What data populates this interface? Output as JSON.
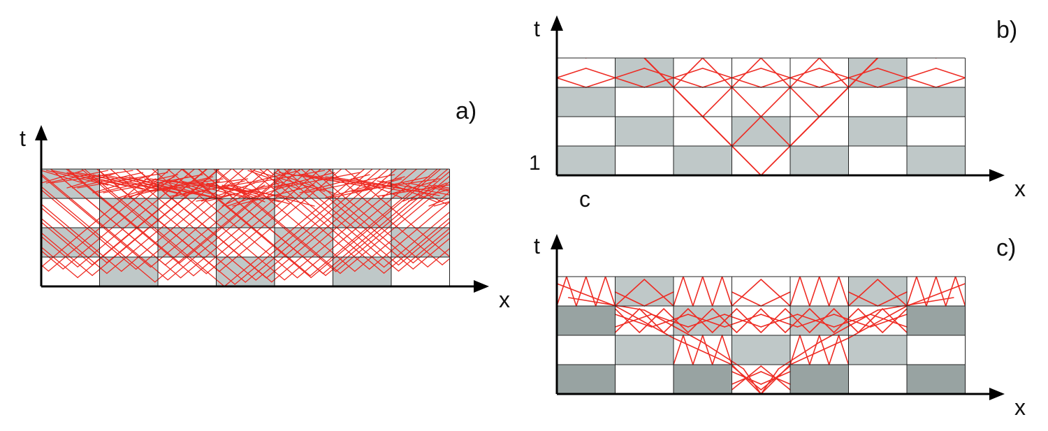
{
  "colors": {
    "light_cell": "#bfc8c8",
    "dark_cell": "#98a3a2",
    "empty_cell": "#ffffff",
    "grid_line": "#222222",
    "ray": "#ee2c24",
    "axis": "#000000"
  },
  "panels": {
    "a": {
      "tag": "a)",
      "axis_t": "t",
      "axis_x": "x",
      "cols": 7,
      "rows": 4,
      "shading": [
        [
          1,
          0,
          1,
          0,
          1,
          0,
          1
        ],
        [
          0,
          1,
          0,
          1,
          0,
          1,
          0
        ],
        [
          1,
          0,
          1,
          0,
          1,
          0,
          1
        ],
        [
          0,
          1,
          0,
          1,
          0,
          1,
          0
        ]
      ],
      "bundles": [
        {
          "apex": 3.5,
          "from_row": 0,
          "to_row": 4,
          "copies": 5,
          "spread": 0.18,
          "direct": true
        },
        {
          "apex": 2.5,
          "from_row": 1,
          "to_row": 4,
          "copies": 6,
          "spread": 0.22,
          "direct": true
        },
        {
          "apex": 4.5,
          "from_row": 1,
          "to_row": 4,
          "copies": 6,
          "spread": 0.22,
          "direct": true
        },
        {
          "apex": 1.5,
          "from_row": 2,
          "to_row": 4,
          "copies": 8,
          "spread": 0.25,
          "direct": true
        },
        {
          "apex": 5.5,
          "from_row": 2,
          "to_row": 4,
          "copies": 8,
          "spread": 0.25,
          "direct": true
        },
        {
          "apex": 0.5,
          "from_row": 3,
          "to_row": 4,
          "copies": 6,
          "spread": 0.25,
          "direct": true
        },
        {
          "apex": 6.5,
          "from_row": 3,
          "to_row": 4,
          "copies": 6,
          "spread": 0.25,
          "direct": true
        }
      ]
    },
    "b": {
      "tag": "b)",
      "axis_t": "t",
      "axis_x": "x",
      "cell_label": "c",
      "row_label": "1",
      "cols": 7,
      "rows": 4,
      "shading": [
        [
          0,
          1,
          0,
          0,
          0,
          1,
          0
        ],
        [
          1,
          0,
          0,
          0,
          0,
          0,
          1
        ],
        [
          0,
          1,
          0,
          1,
          0,
          1,
          0
        ],
        [
          1,
          0,
          1,
          0,
          1,
          0,
          1
        ]
      ],
      "apex": 3.5,
      "dense_row": 3
    },
    "c": {
      "tag": "c)",
      "axis_t": "t",
      "axis_x": "x",
      "cols": 7,
      "rows": 4,
      "shading": [
        [
          0,
          1,
          0,
          0,
          0,
          1,
          0
        ],
        [
          2,
          0,
          1,
          0,
          1,
          0,
          2
        ],
        [
          0,
          1,
          0,
          1,
          0,
          1,
          0
        ],
        [
          2,
          0,
          2,
          0,
          2,
          0,
          2
        ]
      ],
      "apex": 3.5
    }
  }
}
